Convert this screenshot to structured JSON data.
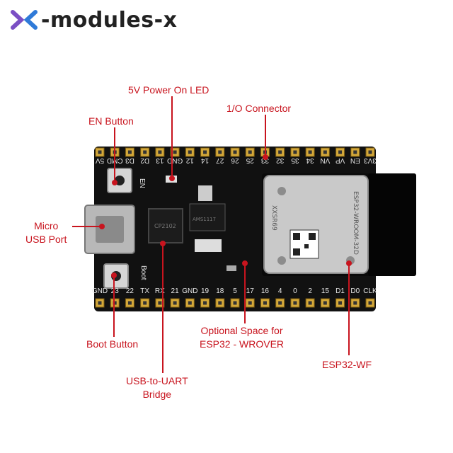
{
  "brand": {
    "name": "-modules-x",
    "accent_colors": [
      "#7b4fc4",
      "#2f7ad8"
    ],
    "text_color": "#222222"
  },
  "annotation_color": "#c8141e",
  "labels": {
    "power_led": "5V Power On LED",
    "io_connector": "1/O Connector",
    "en_button": "EN Button",
    "micro_usb_line1": "Micro",
    "micro_usb_line2": "USB Port",
    "boot_button": "Boot Button",
    "optional_space_line1": "Optional Space for",
    "optional_space_line2": "ESP32 - WROVER",
    "esp32_wf": "ESP32-WF",
    "usb_uart_line1": "USB-to-UART",
    "usb_uart_line2": "Bridge"
  },
  "board": {
    "top_pins": [
      "3V3",
      "EN",
      "VP",
      "VN",
      "34",
      "35",
      "32",
      "33",
      "25",
      "26",
      "27",
      "14",
      "12",
      "GND",
      "13",
      "D2",
      "D3",
      "CMD",
      "5V"
    ],
    "bottom_pins": [
      "CLK",
      "D0",
      "D1",
      "15",
      "2",
      "0",
      "4",
      "16",
      "17",
      "5",
      "18",
      "19",
      "GND",
      "21",
      "RX",
      "TX",
      "22",
      "23",
      "GND"
    ],
    "silk_en": "EN",
    "silk_boot": "Boot",
    "module_name": "ESP32-WROOM-32D",
    "module_side": "XXSR69",
    "chip_text": "CP2102",
    "reg_text": "AMS1117"
  }
}
